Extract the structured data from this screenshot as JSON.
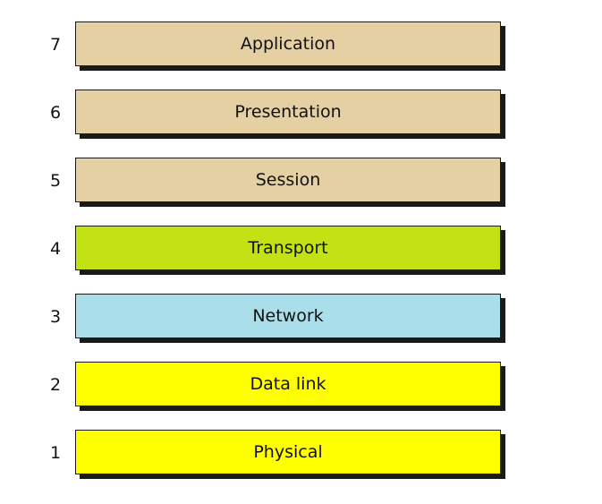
{
  "layers": [
    {
      "number": "7",
      "name": "Application",
      "color": "#e5d0a3"
    },
    {
      "number": "6",
      "name": "Presentation",
      "color": "#e5d0a3"
    },
    {
      "number": "5",
      "name": "Session",
      "color": "#e5d0a3"
    },
    {
      "number": "4",
      "name": "Transport",
      "color": "#c2e214"
    },
    {
      "number": "3",
      "name": "Network",
      "color": "#abdeeb"
    },
    {
      "number": "2",
      "name": "Data link",
      "color": "#ffff00"
    },
    {
      "number": "1",
      "name": "Physical",
      "color": "#ffff00"
    }
  ]
}
